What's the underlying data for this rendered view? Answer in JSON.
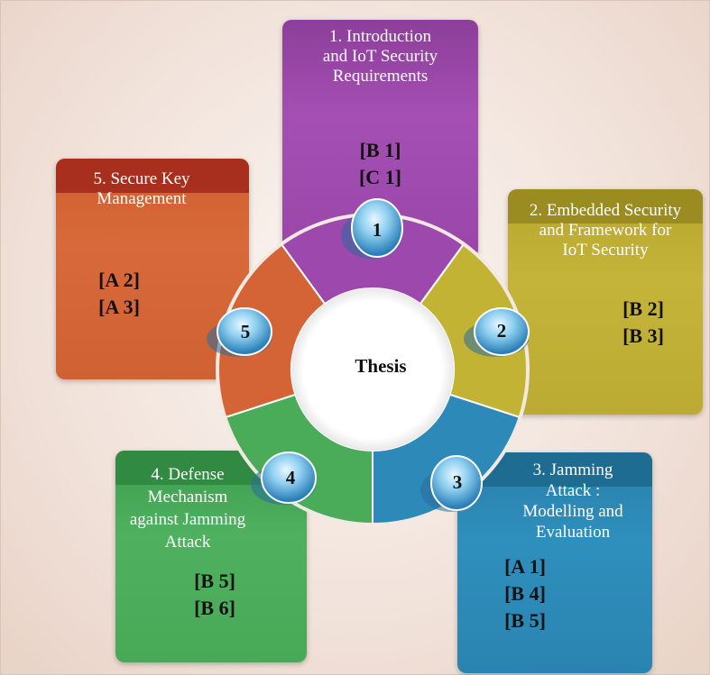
{
  "center": {
    "label": "Thesis"
  },
  "segments": [
    {
      "number": "1",
      "title": "1. Introduction and IoT Security Requirements",
      "title_lines": [
        "1. Introduction",
        "and IoT Security",
        "Requirements"
      ],
      "refs": [
        "[B 1]",
        "[C 1]"
      ],
      "color": "#9c48ad"
    },
    {
      "number": "2",
      "title_lines": [
        "2. Embedded Security",
        "and Framework for",
        "IoT Security"
      ],
      "refs": [
        "[B 2]",
        "[B 3]"
      ],
      "color": "#c2b335"
    },
    {
      "number": "3",
      "title_lines": [
        "3. Jamming",
        "Attack :",
        "Modelling and",
        "Evaluation"
      ],
      "refs": [
        "[A 1]",
        "[B 4]",
        "[B 5]"
      ],
      "color": "#2d89b8"
    },
    {
      "number": "4",
      "title_lines": [
        "4. Defense",
        "Mechanism",
        "against Jamming",
        "Attack"
      ],
      "refs": [
        "[B 5]",
        "[B 6]"
      ],
      "color": "#4aab59"
    },
    {
      "number": "5",
      "title_lines": [
        "5. Secure Key",
        "Management"
      ],
      "refs": [
        "[A 2]",
        "[A 3]"
      ],
      "color": "#d46436"
    }
  ]
}
